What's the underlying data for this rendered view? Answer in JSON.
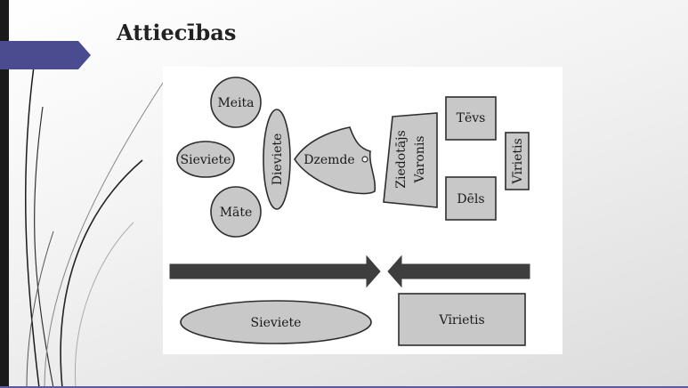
{
  "slide": {
    "title": "Attiecības"
  },
  "diagram": {
    "nodes": {
      "meita": "Meita",
      "sieviete_small": "Sieviete",
      "mate": "Māte",
      "dieviete": "Dieviete",
      "dzemde": "Dzemde",
      "ziedotajs_line1": "Ziedotājs",
      "ziedotajs_line2": "Varonis",
      "tevs": "Tēvs",
      "dels": "Dēls",
      "virietis_vertical": "Vīrietis",
      "sieviete_large": "Sieviete",
      "virietis_large": "Vīrietis"
    },
    "colors": {
      "shape_fill": "#c8c8c8",
      "arrow_fill": "#3e3e3e",
      "tab_arrow": "#4b4b8f"
    }
  }
}
